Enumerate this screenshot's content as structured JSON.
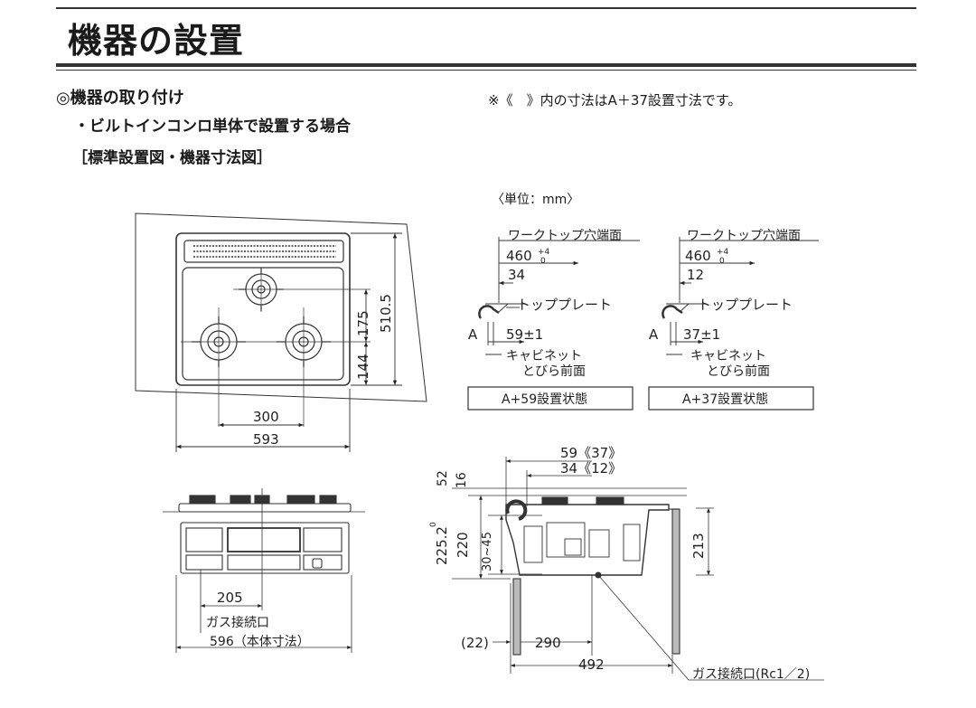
{
  "page_title": "機器の設置",
  "section_heading": "◎機器の取り付け",
  "subsection": "・ビルトインコンロ単体で設置する場合",
  "figure_caption": "［標準設置図・機器寸法図］",
  "note": "※《　》内の寸法はA＋37設置寸法です。",
  "unit_label": "〈単位：mm〉",
  "top_view": {
    "dim_300": "300",
    "dim_593": "593",
    "dim_175": "175",
    "dim_144": "144",
    "dim_510_5": "510.5"
  },
  "detail_a59": {
    "worktop_label": "ワークトップ穴端面",
    "dim_460": "460",
    "tol_plus": "+4",
    "tol_zero": "0",
    "dim_34": "34",
    "top_plate": "トッププレート",
    "a_label": "A",
    "dim_59": "59±1",
    "cabinet": "キャビネット",
    "door_front": "とびら前面",
    "state_label": "A+59設置状態"
  },
  "detail_a37": {
    "worktop_label": "ワークトップ穴端面",
    "dim_460": "460",
    "tol_plus": "+4",
    "tol_zero": "0",
    "dim_12": "12",
    "top_plate": "トッププレート",
    "a_label": "A",
    "dim_37": "37±1",
    "cabinet": "キャビネット",
    "door_front": "とびら前面",
    "state_label": "A+37設置状態"
  },
  "front_view": {
    "dim_205": "205",
    "gas_label": "ガス接続口",
    "dim_596": "596（本体寸法）"
  },
  "side_view": {
    "dim_59_37": "59《37》",
    "dim_34_12": "34《12》",
    "dim_52": "52",
    "dim_16": "16",
    "dim_225_2": "225.2",
    "dim_zero": "0",
    "dim_220": "220",
    "dim_30_45": "30~45",
    "dim_213": "213",
    "dim_22": "(22)",
    "dim_290": "290",
    "dim_492": "492",
    "gas_port": "ガス接続口(Rc1／2)"
  }
}
